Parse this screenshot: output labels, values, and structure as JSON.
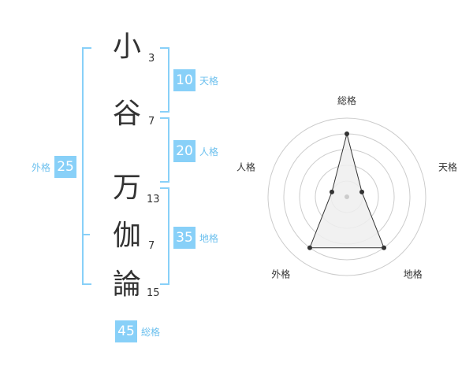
{
  "name": {
    "surname": [
      {
        "char": "小",
        "strokes": "3"
      },
      {
        "char": "谷",
        "strokes": "7"
      }
    ],
    "given": [
      {
        "char": "万",
        "strokes": "13"
      },
      {
        "char": "伽",
        "strokes": "7"
      },
      {
        "char": "論",
        "strokes": "15"
      }
    ]
  },
  "kakusu": {
    "tenkaku": {
      "value": "10",
      "label": "天格"
    },
    "jinkaku": {
      "value": "20",
      "label": "人格"
    },
    "chikaku": {
      "value": "35",
      "label": "地格"
    },
    "gaikaku": {
      "value": "25",
      "label": "外格"
    },
    "soukaku": {
      "value": "45",
      "label": "総格"
    }
  },
  "chart_data": {
    "type": "radar",
    "axes": [
      "総格",
      "天格",
      "地格",
      "外格",
      "人格"
    ],
    "values": [
      4,
      1,
      4,
      4,
      1
    ],
    "max": 5,
    "rings": 5,
    "grid": true,
    "colors": {
      "fill": "#eeeeee",
      "stroke": "#333333",
      "grid": "#cccccc"
    }
  }
}
